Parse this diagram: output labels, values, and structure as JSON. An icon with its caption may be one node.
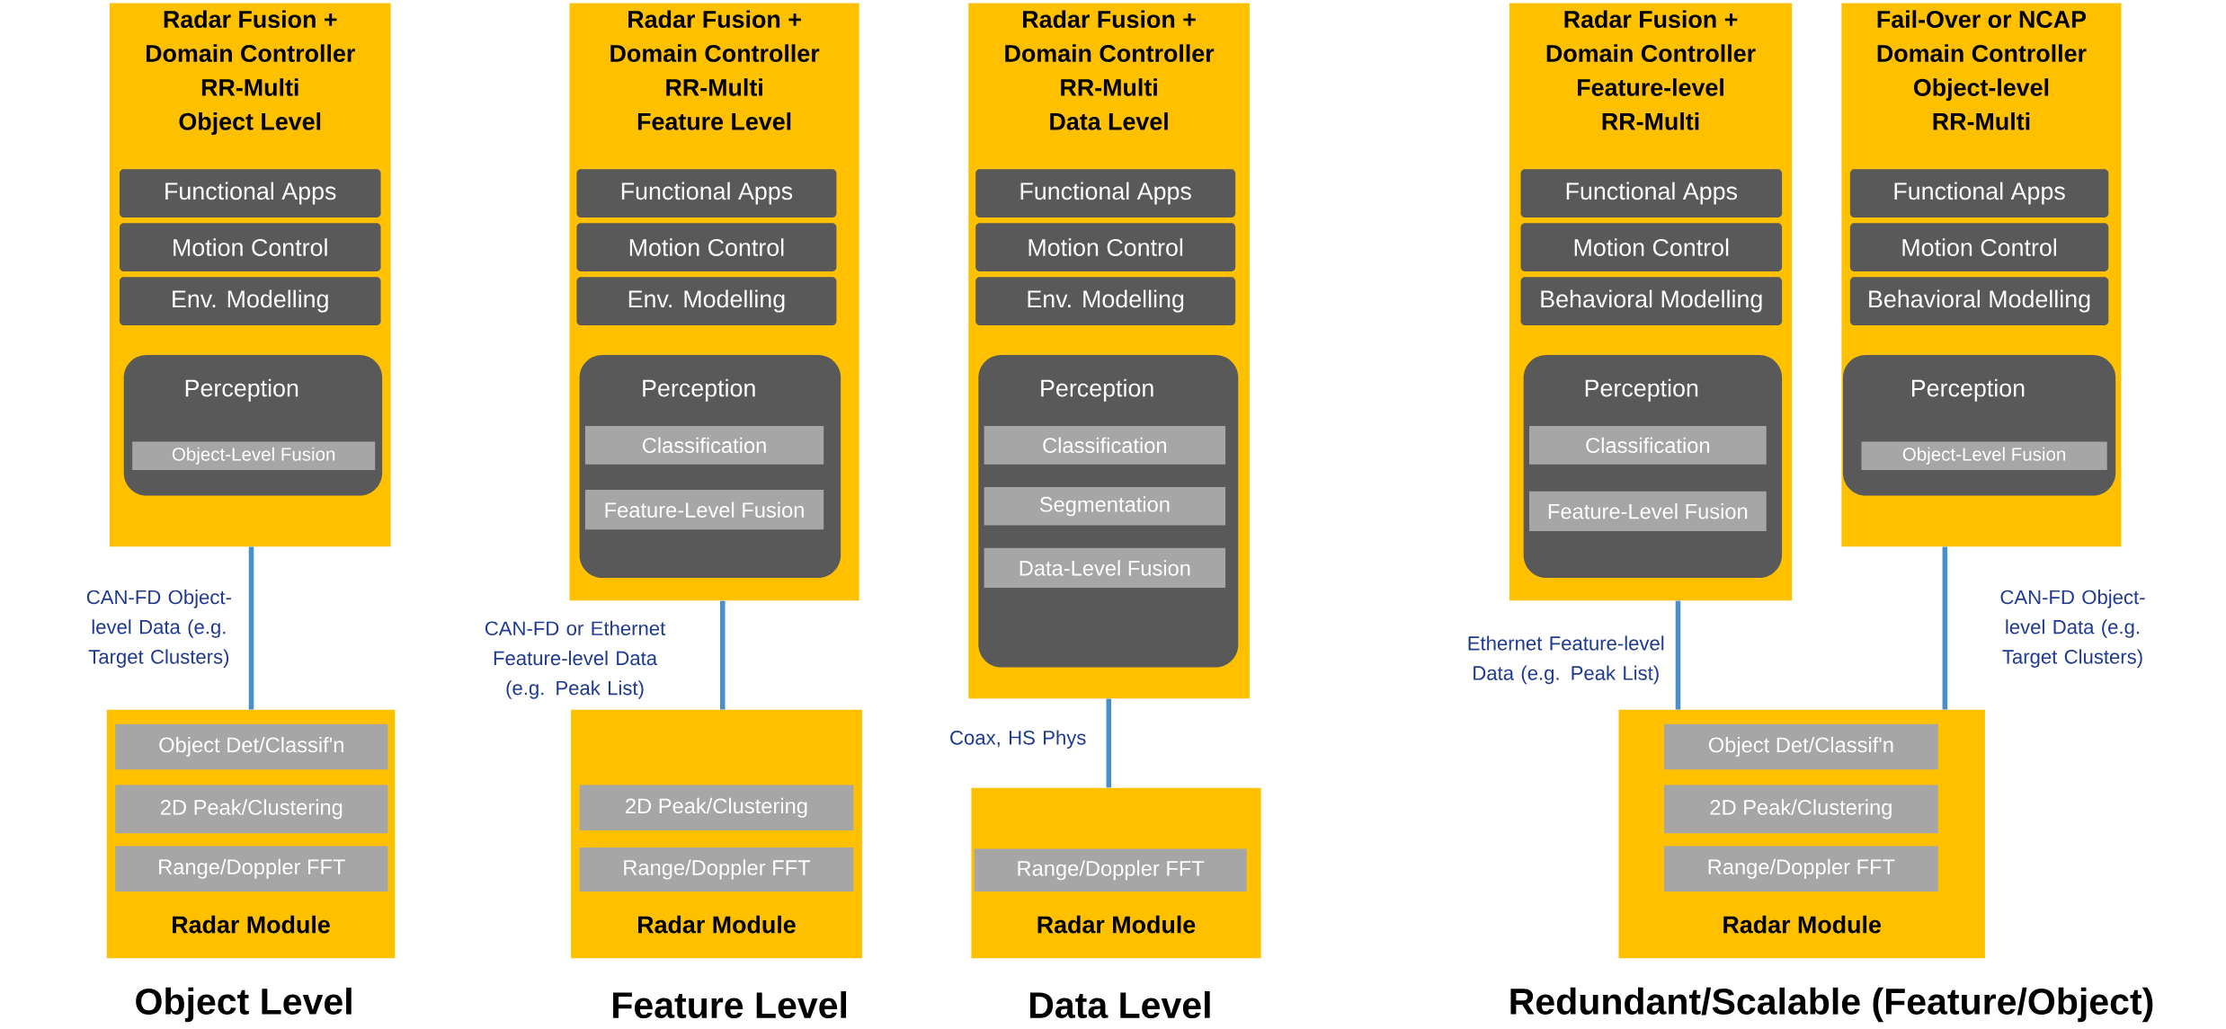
{
  "diagram": {
    "nodes": [
      {
        "text": [
          "Radar Fusion +",
          "Domain Controller",
          "RR-Multi",
          "Object Level"
        ]
      },
      {
        "text": [
          "Functional Apps"
        ],
        "in": 0
      },
      {
        "text": [
          "Motion Control"
        ],
        "in": 0
      },
      {
        "text": [
          "Env. Modelling"
        ],
        "in": 0
      },
      {
        "text": [
          "Perception"
        ],
        "in": 0
      },
      {
        "text": [
          "Object-Level Fusion"
        ],
        "in": 4
      },
      {
        "text": [
          "Radar Module"
        ]
      },
      {
        "text": [
          "Object Det/Classif'n"
        ],
        "in": 6
      },
      {
        "text": [
          "2D Peak/Clustering"
        ],
        "in": 6
      },
      {
        "text": [
          "Range/Doppler FFT"
        ],
        "in": 6
      },
      {
        "text": [
          "Radar Fusion +",
          "Domain Controller",
          "RR-Multi",
          "Feature Level"
        ]
      },
      {
        "text": [
          "Functional Apps"
        ],
        "in": 10
      },
      {
        "text": [
          "Motion Control"
        ],
        "in": 10
      },
      {
        "text": [
          "Env. Modelling"
        ],
        "in": 10
      },
      {
        "text": [
          "Perception"
        ],
        "in": 10
      },
      {
        "text": [
          "Classification"
        ],
        "in": 14
      },
      {
        "text": [
          "Feature-Level Fusion"
        ],
        "in": 14
      },
      {
        "text": [
          "Radar Module"
        ]
      },
      {
        "text": [
          "2D Peak/Clustering"
        ],
        "in": 17
      },
      {
        "text": [
          "Range/Doppler FFT"
        ],
        "in": 17
      },
      {
        "text": [
          "Radar Fusion +",
          "Domain Controller",
          "RR-Multi",
          "Data Level"
        ]
      },
      {
        "text": [
          "Functional Apps"
        ],
        "in": 20
      },
      {
        "text": [
          "Motion Control"
        ],
        "in": 20
      },
      {
        "text": [
          "Env. Modelling"
        ],
        "in": 20
      },
      {
        "text": [
          "Perception"
        ],
        "in": 20
      },
      {
        "text": [
          "Classification"
        ],
        "in": 24
      },
      {
        "text": [
          "Segmentation"
        ],
        "in": 24
      },
      {
        "text": [
          "Data-Level Fusion"
        ],
        "in": 24
      },
      {
        "text": [
          "Radar Module"
        ]
      },
      {
        "text": [
          "Range/Doppler FFT"
        ],
        "in": 28
      },
      {
        "text": [
          "Radar Fusion +",
          "Domain Controller",
          "Feature-level",
          "RR-Multi"
        ]
      },
      {
        "text": [
          "Functional Apps"
        ],
        "in": 30
      },
      {
        "text": [
          "Motion Control"
        ],
        "in": 30
      },
      {
        "text": [
          "Behavioral Modelling"
        ],
        "in": 30
      },
      {
        "text": [
          "Perception"
        ],
        "in": 30
      },
      {
        "text": [
          "Classification"
        ],
        "in": 34
      },
      {
        "text": [
          "Feature-Level Fusion"
        ],
        "in": 34
      },
      {
        "text": [
          "Fail-Over or NCAP",
          "Domain Controller",
          "Object-level",
          "RR-Multi"
        ]
      },
      {
        "text": [
          "Functional Apps"
        ],
        "in": 37
      },
      {
        "text": [
          "Motion Control"
        ],
        "in": 37
      },
      {
        "text": [
          "Behavioral Modelling"
        ],
        "in": 37
      },
      {
        "text": [
          "Perception"
        ],
        "in": 37
      },
      {
        "text": [
          "Object-Level Fusion"
        ],
        "in": 41
      },
      {
        "text": [
          "Radar Module"
        ]
      },
      {
        "text": [
          "Object Det/Classif'n"
        ],
        "in": 43
      },
      {
        "text": [
          "2D Peak/Clustering"
        ],
        "in": 43
      },
      {
        "text": [
          "Range/Doppler FFT"
        ],
        "in": 43
      }
    ],
    "edges": [
      {
        "from": 0,
        "to": 6,
        "arrow": "none",
        "label": "CAN-FD Object-level Data (e.g. Target Clusters)"
      },
      {
        "from": 10,
        "to": 17,
        "arrow": "none",
        "label": "CAN-FD or Ethernet Feature-level Data (e.g. Peak List)"
      },
      {
        "from": 20,
        "to": 28,
        "arrow": "none",
        "label": "Coax, HS Phys"
      },
      {
        "from": 30,
        "to": 43,
        "arrow": "none",
        "label": "Ethernet Feature-level Data (e.g. Peak List)"
      },
      {
        "from": 37,
        "to": 43,
        "arrow": "none",
        "label": "CAN-FD Object-level Data (e.g. Target Clusters)"
      }
    ],
    "labels": [
      "Object Level",
      "Feature Level",
      "Data Level",
      "Redundant/Scalable (Feature/Object)"
    ]
  }
}
